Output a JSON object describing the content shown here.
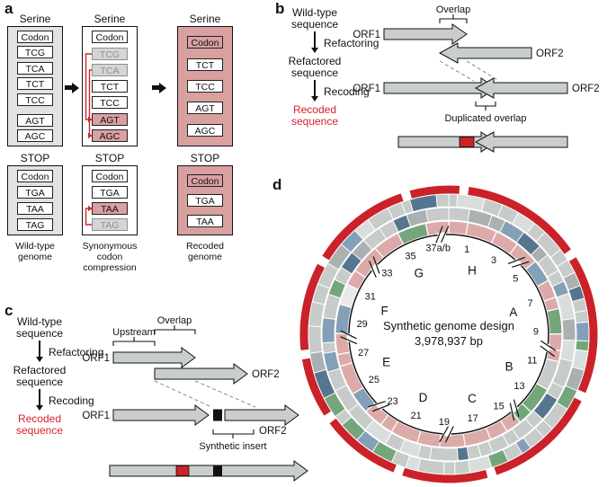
{
  "colors": {
    "red_ring": "#cb2128",
    "pink": "#dcaaa9",
    "gray_seg": "#c7cccb",
    "light_seg": "#d9dedd",
    "blue_seg": "#84a0b8",
    "dark_seg": "#56758f",
    "green_seg": "#74a67c",
    "recode_red": "#d2232a",
    "arrow_gray": "#c9cecd"
  },
  "panel_a": {
    "label": "a",
    "columns": [
      {
        "id": "wildtype",
        "bg": "graybg",
        "amino_label": "Serine",
        "stop_label": "STOP",
        "caption": "Wild-type genome",
        "serine": {
          "rows": [
            {
              "text": "Codon",
              "state": "head"
            },
            {
              "text": "TCG",
              "state": "plain"
            },
            {
              "text": "TCA",
              "state": "plain"
            },
            {
              "text": "TCT",
              "state": "plain"
            },
            {
              "text": "TCC",
              "state": "plain"
            },
            {
              "text": "AGT",
              "state": "plain",
              "gap_before": true
            },
            {
              "text": "AGC",
              "state": "plain"
            }
          ]
        },
        "stop": {
          "rows": [
            {
              "text": "Codon",
              "state": "head"
            },
            {
              "text": "TGA",
              "state": "plain"
            },
            {
              "text": "TAA",
              "state": "plain"
            },
            {
              "text": "TAG",
              "state": "plain"
            }
          ]
        }
      },
      {
        "id": "compression",
        "bg": "whitebg",
        "amino_label": "Serine",
        "stop_label": "STOP",
        "caption": "Synonymous codon compression",
        "serine": {
          "rows": [
            {
              "text": "Codon",
              "state": "head"
            },
            {
              "text": "TCG",
              "state": "gray"
            },
            {
              "text": "TCA",
              "state": "gray"
            },
            {
              "text": "TCT",
              "state": "plain"
            },
            {
              "text": "TCC",
              "state": "plain"
            },
            {
              "text": "AGT",
              "state": "pink"
            },
            {
              "text": "AGC",
              "state": "pink"
            }
          ],
          "arrows": [
            {
              "from": "TCG",
              "to": "AGT"
            },
            {
              "from": "TCA",
              "to": "AGC"
            }
          ]
        },
        "stop": {
          "rows": [
            {
              "text": "Codon",
              "state": "head"
            },
            {
              "text": "TGA",
              "state": "plain"
            },
            {
              "text": "TAA",
              "state": "pink"
            },
            {
              "text": "TAG",
              "state": "gray"
            }
          ],
          "arrows": [
            {
              "from": "TAG",
              "to": "TAA"
            }
          ]
        }
      },
      {
        "id": "recoded",
        "bg": "pinkbg",
        "amino_label": "Serine",
        "stop_label": "STOP",
        "caption": "Recoded genome",
        "serine": {
          "rows": [
            {
              "text": "Codon",
              "state": "head"
            },
            {
              "text": "TCT",
              "state": "plain"
            },
            {
              "text": "TCC",
              "state": "plain"
            },
            {
              "text": "AGT",
              "state": "plain"
            },
            {
              "text": "AGC",
              "state": "plain"
            }
          ]
        },
        "stop": {
          "rows": [
            {
              "text": "Codon",
              "state": "head"
            },
            {
              "text": "TGA",
              "state": "plain"
            },
            {
              "text": "TAA",
              "state": "plain"
            }
          ]
        }
      }
    ]
  },
  "panel_b": {
    "label": "b",
    "flow": {
      "step1": "Wild-type sequence",
      "arrow1": "Refactoring",
      "step2": "Refactored sequence",
      "arrow2": "Recoding",
      "step3": "Recoded sequence"
    },
    "orf1": "ORF1",
    "orf2": "ORF2",
    "overlap_label": "Overlap",
    "duplicated_overlap_label": "Duplicated overlap"
  },
  "panel_c": {
    "label": "c",
    "flow": {
      "step1": "Wild-type sequence",
      "arrow1": "Refactoring",
      "step2": "Refactored sequence",
      "arrow2": "Recoding",
      "step3": "Recoded sequence"
    },
    "orf1": "ORF1",
    "orf2": "ORF2",
    "overlap_label": "Overlap",
    "upstream_label": "Upstream",
    "synthetic_insert_label": "Synthetic insert"
  },
  "panel_d": {
    "label": "d",
    "center_line1": "Synthetic genome design",
    "center_line2": "3,978,937 bp",
    "sections": [
      {
        "label": "1",
        "angle": 12
      },
      {
        "label": "3",
        "angle": 31
      },
      {
        "label": "5",
        "angle": 50
      },
      {
        "label": "7",
        "angle": 69
      },
      {
        "label": "9",
        "angle": 88
      },
      {
        "label": "11",
        "angle": 107
      },
      {
        "label": "13",
        "angle": 126
      },
      {
        "label": "15",
        "angle": 145
      },
      {
        "label": "17",
        "angle": 164
      },
      {
        "label": "19",
        "angle": 183
      },
      {
        "label": "21",
        "angle": 202
      },
      {
        "label": "23",
        "angle": 220
      },
      {
        "label": "25",
        "angle": 239
      },
      {
        "label": "27",
        "angle": 258
      },
      {
        "label": "29",
        "angle": 277
      },
      {
        "label": "31",
        "angle": 296
      },
      {
        "label": "33",
        "angle": 315
      },
      {
        "label": "35",
        "angle": 334
      },
      {
        "label": "37a/b",
        "angle": 353
      }
    ],
    "letters": [
      {
        "label": "H",
        "angle": 20
      },
      {
        "label": "A",
        "angle": 71
      },
      {
        "label": "B",
        "angle": 118
      },
      {
        "label": "C",
        "angle": 160
      },
      {
        "label": "D",
        "angle": 202
      },
      {
        "label": "E",
        "angle": 246
      },
      {
        "label": "F",
        "angle": 290
      },
      {
        "label": "G",
        "angle": 334
      }
    ],
    "tick_angles": [
      356,
      44,
      98,
      139,
      181,
      224,
      268,
      312
    ],
    "red_gap_angles": [
      6,
      57,
      115,
      163,
      200,
      235,
      262,
      300,
      343
    ]
  }
}
